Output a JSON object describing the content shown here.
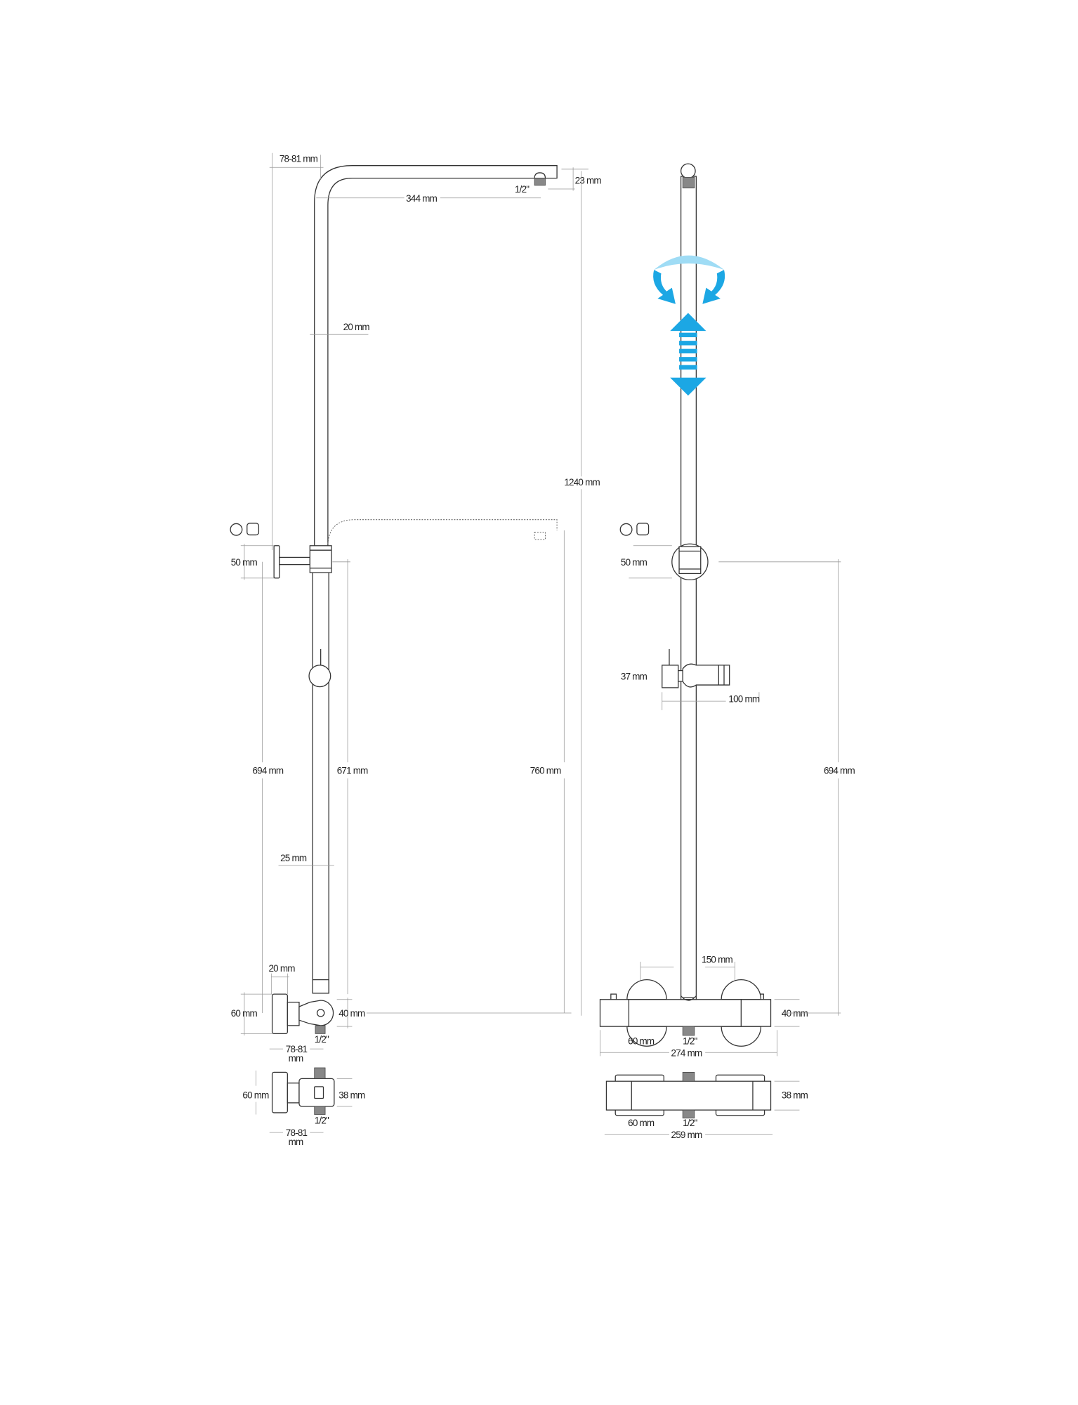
{
  "colors": {
    "accent": "#1ca7e4",
    "line": "#333333"
  },
  "left_view": {
    "wall_distance_top": "78-81 mm",
    "arm_length": "344 mm",
    "arm_thread": "1/2\"",
    "arm_height": "23 mm",
    "upper_pipe_diameter": "20 mm",
    "total_height": "1240 mm",
    "bracket_plate": "50 mm",
    "bracket_to_mixer": "694 mm",
    "slider_travel": "671 mm",
    "lower_arm_height": "760 mm",
    "lower_pipe_diameter": "25 mm",
    "mixer_plate_depth": "20 mm",
    "mixer_plate_height": "60 mm",
    "mixer_body_height": "40 mm",
    "mixer_thread": "1/2\"",
    "mixer_wall_distance_a": "78-81",
    "mixer_wall_distance_b": "mm",
    "top_plate_height": "60 mm",
    "top_body_height": "38 mm",
    "top_thread": "1/2\"",
    "top_wall_distance_a": "78-81",
    "top_wall_distance_b": "mm"
  },
  "right_view": {
    "bracket_plate": "50 mm",
    "holder_height": "37 mm",
    "holder_length": "100 mm",
    "bracket_to_mixer": "694 mm",
    "inlet_spacing": "150 mm",
    "mixer_height": "40 mm",
    "knob_diameter": "60 mm",
    "mixer_thread": "1/2\"",
    "mixer_width": "274 mm",
    "top_height": "38 mm",
    "top_knob_diameter": "60 mm",
    "top_thread": "1/2\"",
    "top_width": "259 mm"
  }
}
